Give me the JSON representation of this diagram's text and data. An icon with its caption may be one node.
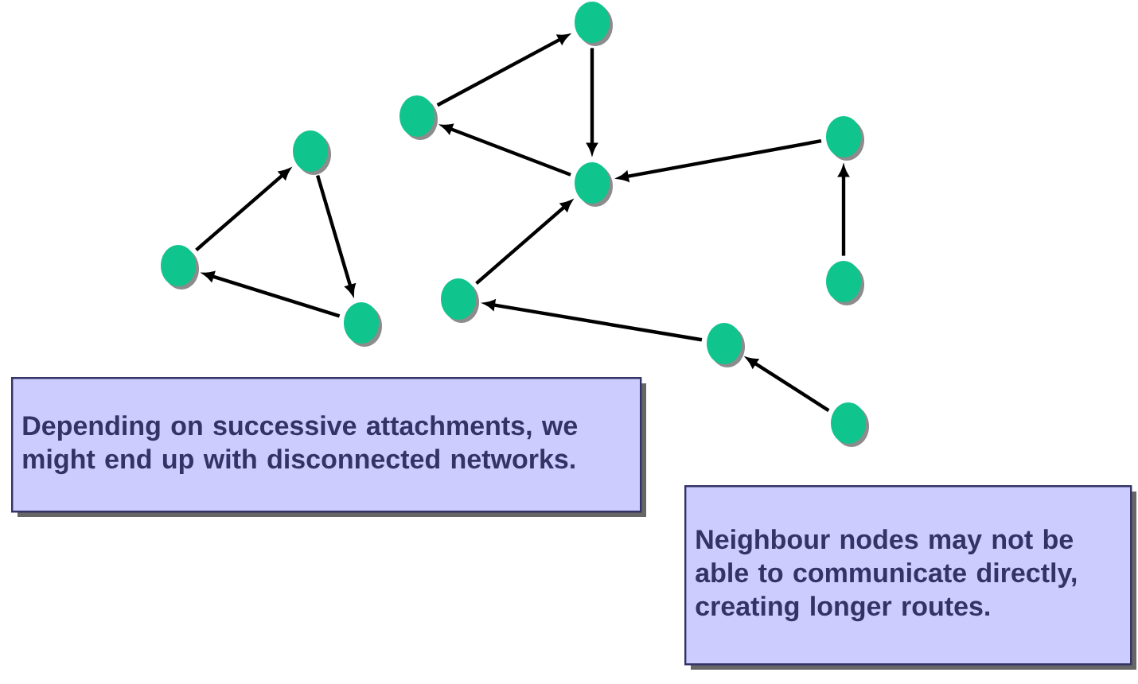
{
  "diagram": {
    "nodes": [
      {
        "text": [],
        "shape": "circle"
      },
      {
        "text": [],
        "shape": "circle"
      },
      {
        "text": [],
        "shape": "circle"
      },
      {
        "text": [],
        "shape": "circle"
      },
      {
        "text": [],
        "shape": "circle"
      },
      {
        "text": [],
        "shape": "circle"
      },
      {
        "text": [],
        "shape": "circle"
      },
      {
        "text": [],
        "shape": "circle"
      },
      {
        "text": [],
        "shape": "circle"
      },
      {
        "text": [],
        "shape": "circle"
      },
      {
        "text": [],
        "shape": "circle"
      },
      {
        "text": [
          "Depending on successive attachments, we might end up with disconnected networks."
        ]
      },
      {
        "text": [
          "Neighbour nodes may not be able to communicate directly, creating longer routes."
        ]
      }
    ],
    "edges": [
      {
        "from": 5,
        "to": 3,
        "arrow": "to"
      },
      {
        "from": 3,
        "to": 8,
        "arrow": "to"
      },
      {
        "from": 8,
        "to": 5,
        "arrow": "to"
      },
      {
        "from": 1,
        "to": 0,
        "arrow": "to"
      },
      {
        "from": 0,
        "to": 4,
        "arrow": "to"
      },
      {
        "from": 4,
        "to": 1,
        "arrow": "to"
      },
      {
        "from": 2,
        "to": 4,
        "arrow": "to"
      },
      {
        "from": 6,
        "to": 2,
        "arrow": "to"
      },
      {
        "from": 7,
        "to": 4,
        "arrow": "to"
      },
      {
        "from": 9,
        "to": 7,
        "arrow": "to"
      },
      {
        "from": 10,
        "to": 9,
        "arrow": "to"
      }
    ]
  }
}
